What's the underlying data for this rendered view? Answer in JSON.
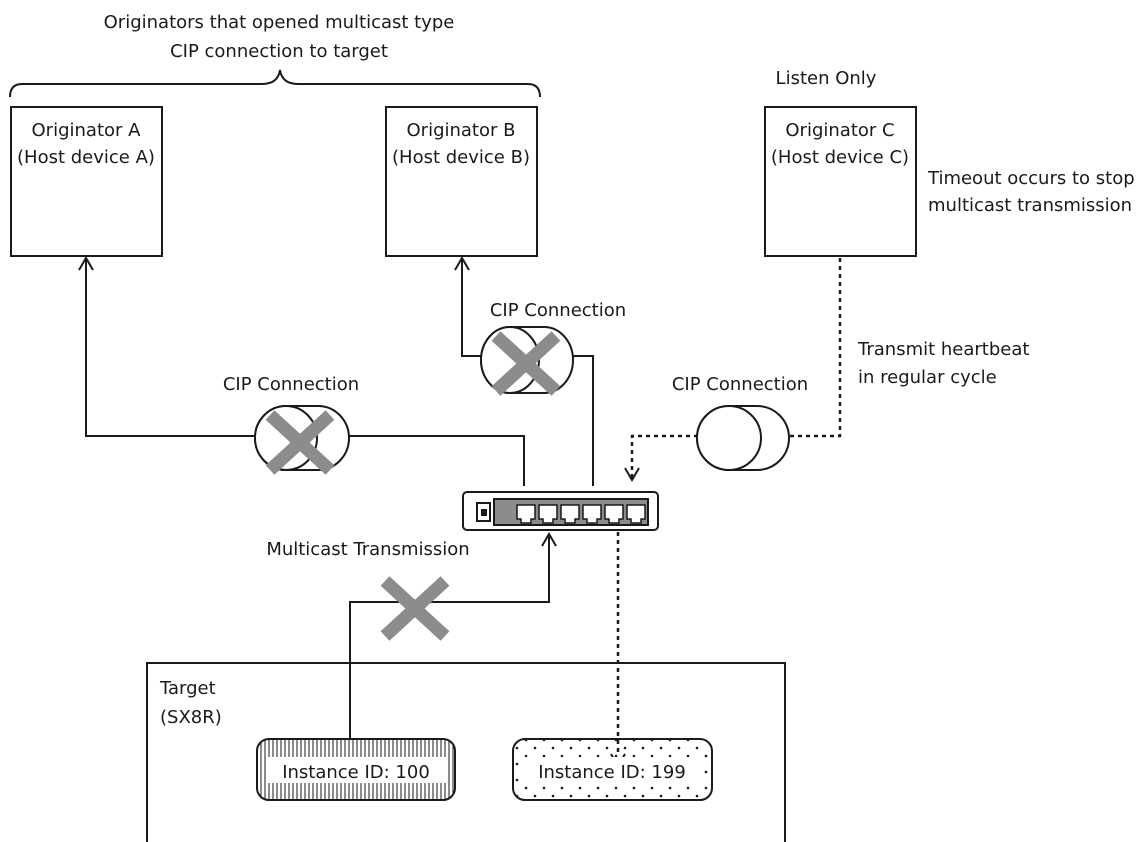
{
  "header": {
    "group_label_line1": "Originators that opened multicast type",
    "group_label_line2": "CIP connection to target",
    "listen_only": "Listen Only"
  },
  "originators": [
    {
      "name": "Originator A",
      "host": "(Host device A)"
    },
    {
      "name": "Originator B",
      "host": "(Host device B)"
    },
    {
      "name": "Originator C",
      "host": "(Host device C)"
    }
  ],
  "annotations": {
    "timeout_line1": "Timeout occurs to stop",
    "timeout_line2": "multicast transmission",
    "heartbeat_line1": "Transmit heartbeat",
    "heartbeat_line2": "in regular cycle",
    "cip_connection_a": "CIP Connection",
    "cip_connection_b": "CIP Connection",
    "cip_connection_c": "CIP Connection",
    "multicast_transmission": "Multicast Transmission"
  },
  "target": {
    "title": "Target",
    "model": "(SX8R)",
    "instance_a": "Instance ID: 100",
    "instance_b": "Instance ID: 199"
  },
  "colors": {
    "line": "#1a1a1a",
    "cross_mark": "#8c8c8c",
    "switch_port_panel": "#8c8c8c"
  }
}
